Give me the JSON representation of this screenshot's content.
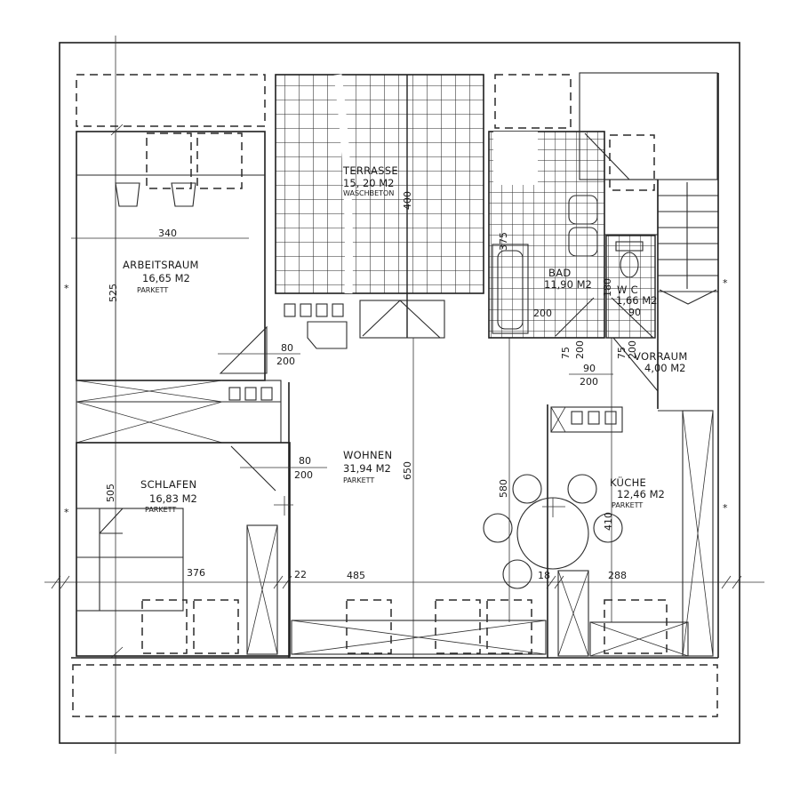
{
  "drawing": {
    "type": "floor_plan",
    "background": "#ffffff",
    "line_color": "#1e1e1e"
  },
  "rooms": {
    "terrasse": {
      "name": "TERRASSE",
      "area": "15, 20 M2",
      "floor": "WASCHBETON",
      "dim_vertical": "400"
    },
    "arbeitsraum": {
      "name": "ARBEITSRAUM",
      "area": "16,65 M2",
      "floor": "PARKETT",
      "dim_width": "340",
      "dim_height": "525"
    },
    "bad": {
      "name": "BAD",
      "area": "11,90 M2",
      "dim_tub": "375",
      "dim_width": "200"
    },
    "wc": {
      "name": "W C",
      "area": "1,66 M2",
      "dim_a": "180",
      "dim_b": "90"
    },
    "vorraum": {
      "name": "VORRAUM",
      "area": "4,00 M2"
    },
    "wohnen": {
      "name": "WOHNEN",
      "area": "31,94 M2",
      "floor": "PARKETT",
      "dim_height": "650",
      "dim_width": "485"
    },
    "schlafen": {
      "name": "SCHLAFEN",
      "area": "16,83 M2",
      "floor": "PARKETT",
      "dim_height": "505",
      "dim_width": "376"
    },
    "kueche": {
      "name": "KÜCHE",
      "area": "12,46 M2",
      "floor": "PARKETT",
      "dim_height": "580",
      "dim_table": "410",
      "dim_width": "288"
    }
  },
  "doors": {
    "arbeitsraum_door": {
      "width": "80",
      "height": "200"
    },
    "schlafen_door": {
      "width": "80",
      "height": "200"
    },
    "bad_door": {
      "width": "75",
      "height": "200"
    },
    "wc_door": {
      "width": "75",
      "height": "200"
    },
    "vorraum_door": {
      "width": "90",
      "height": "200"
    }
  },
  "dimensions": {
    "wall_22": "22",
    "wall_18": "18"
  },
  "markers": {
    "axis_star": "*"
  }
}
